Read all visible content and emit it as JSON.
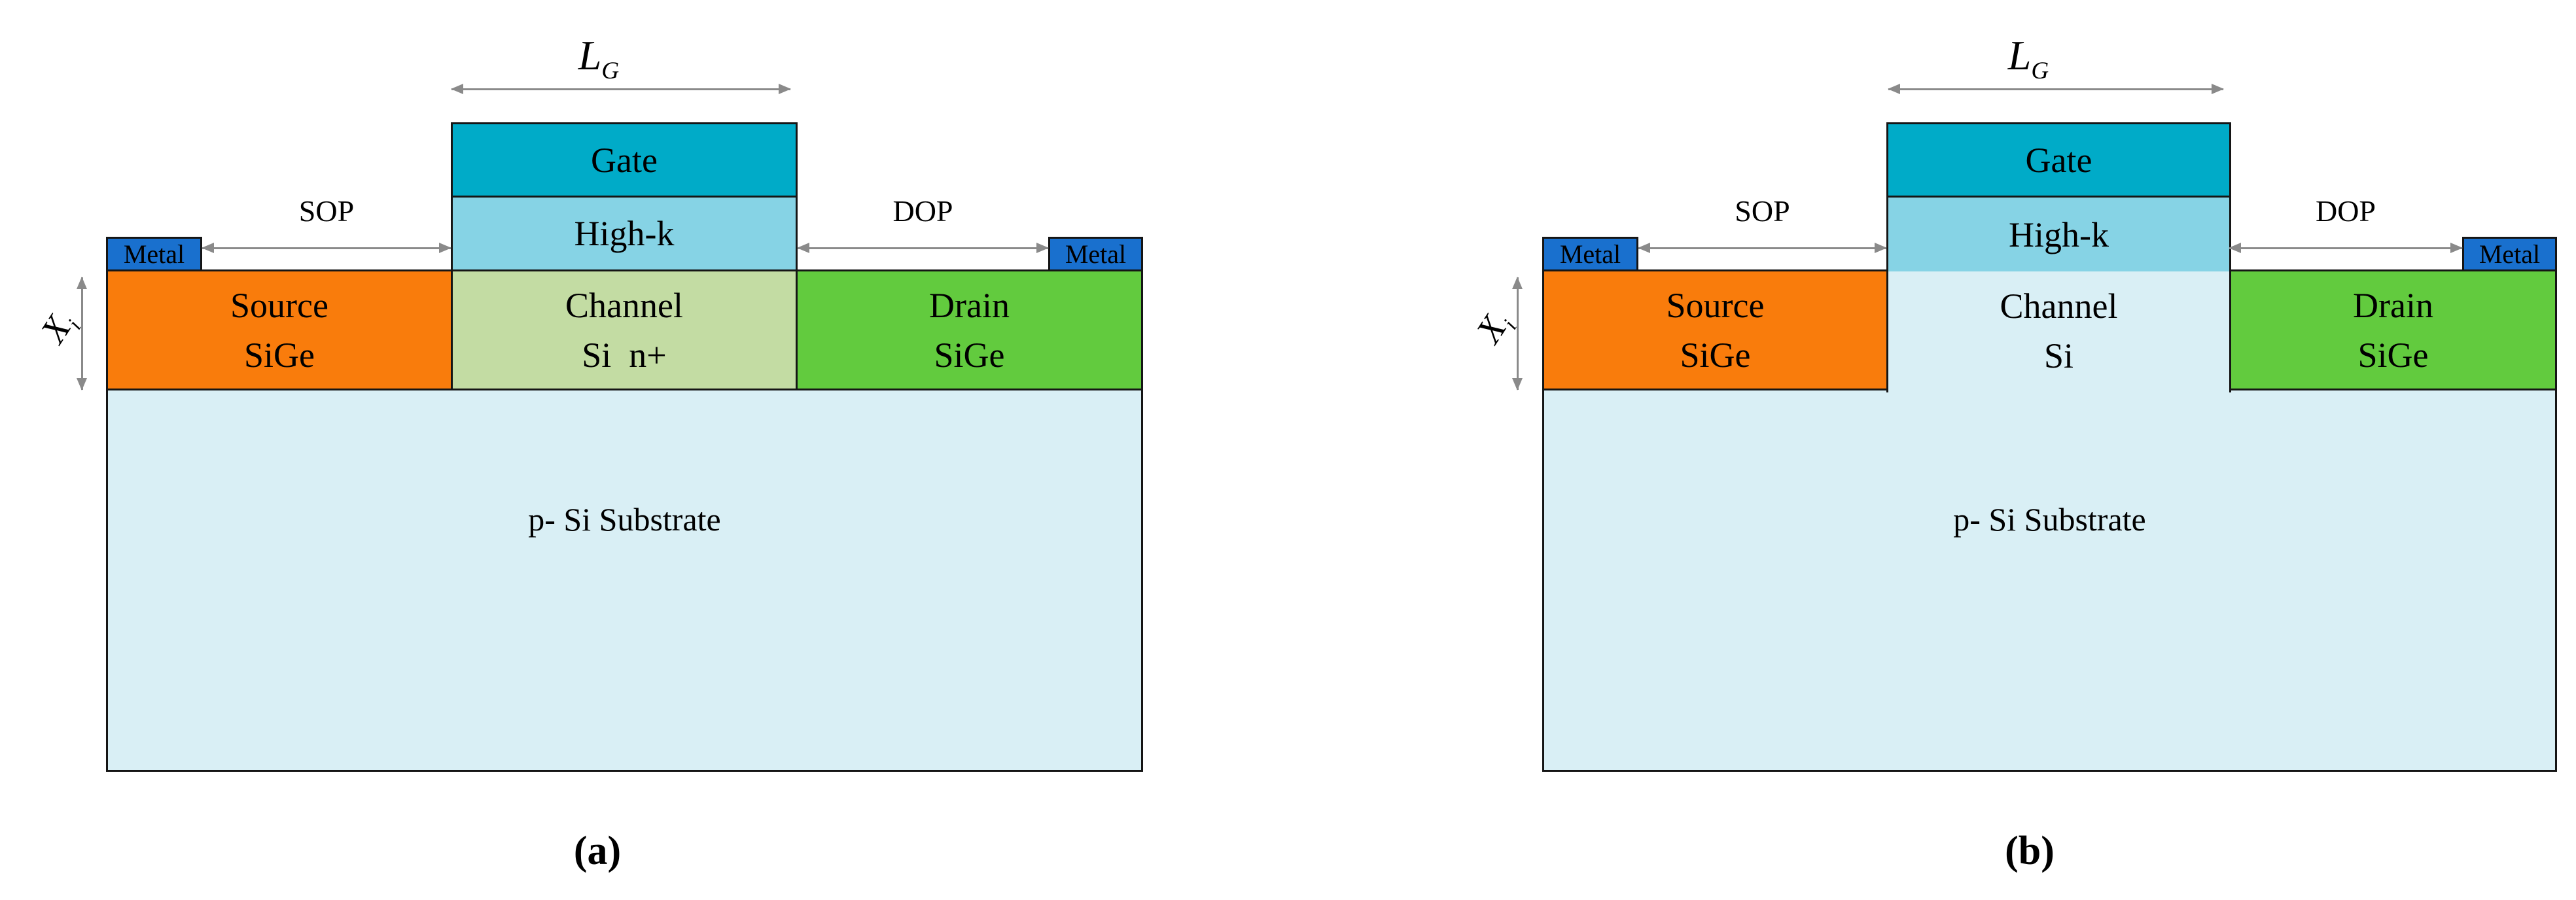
{
  "colors": {
    "gate": "#00ABC8",
    "highk": "#86D3E5",
    "channel_a": "#C3DCA3",
    "source": "#F97C0C",
    "drain": "#62CB3E",
    "metal": "#1970CE",
    "substrate": "#D9EFF5",
    "arrow": "#8A8A8A",
    "border": "#151515"
  },
  "a": {
    "lg_main": "L",
    "lg_sub": "G",
    "gate_label": "Gate",
    "highk_label": "High-k",
    "metal_left_label": "Metal",
    "metal_right_label": "Metal",
    "sop_label": "SOP",
    "dop_label": "DOP",
    "source_line1": "Source",
    "source_line2": "SiGe",
    "channel_line1": "Channel",
    "channel_line2": "Si  n+",
    "drain_line1": "Drain",
    "drain_line2": "SiGe",
    "substrate_label": "p- Si Substrate",
    "xi_main": "X",
    "xi_sub": "i",
    "caption": "(a)"
  },
  "b": {
    "lg_main": "L",
    "lg_sub": "G",
    "gate_label": "Gate",
    "highk_label": "High-k",
    "metal_left_label": "Metal",
    "metal_right_label": "Metal",
    "sop_label": "SOP",
    "dop_label": "DOP",
    "source_line1": "Source",
    "source_line2": "SiGe",
    "channel_line1": "Channel",
    "channel_line2": "Si",
    "drain_line1": "Drain",
    "drain_line2": "SiGe",
    "substrate_label": "p- Si Substrate",
    "xi_main": "X",
    "xi_sub": "i",
    "caption": "(b)"
  }
}
